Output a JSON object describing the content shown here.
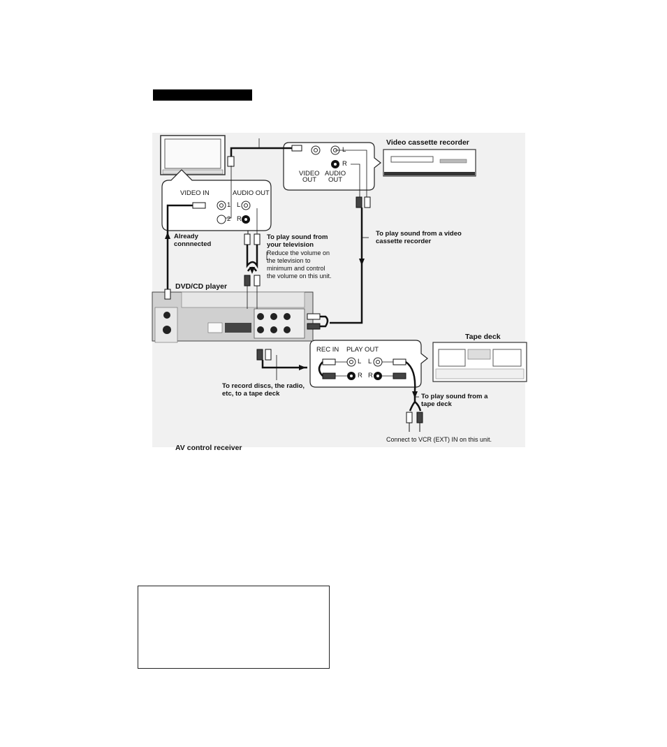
{
  "diagram": {
    "devices": {
      "vcr": "Video cassette recorder",
      "dvd_player": "DVD/CD player",
      "tape_deck": "Tape deck",
      "receiver": "AV control receiver"
    },
    "tv_panel": {
      "video_in": "VIDEO IN",
      "audio_out": "AUDIO OUT",
      "jack_1": "1",
      "jack_2": "2",
      "left": "L",
      "right": "R"
    },
    "vcr_panel": {
      "video_out": [
        "VIDEO",
        "OUT"
      ],
      "audio_out": [
        "AUDIO",
        "OUT"
      ],
      "left": "L",
      "right": "R"
    },
    "tape_panel": {
      "rec_in": "REC IN",
      "play_out": "PLAY OUT",
      "left": "L",
      "right": "R"
    },
    "annotations": {
      "already_connected": [
        "Already",
        "connnected"
      ],
      "tv_sound_title": [
        "To play sound from",
        "your television"
      ],
      "tv_sound_body": [
        "Reduce the volume on",
        "the television to",
        "minimum and control",
        "the volume on this unit."
      ],
      "vcr_sound": [
        "To play sound from a video",
        "cassette recorder"
      ],
      "record_tape": [
        "To record discs, the radio,",
        "etc, to a tape deck"
      ],
      "tape_sound": [
        "To play sound from a",
        "tape deck"
      ],
      "connect_vcr": "Connect to VCR (EXT) IN on this unit."
    }
  }
}
